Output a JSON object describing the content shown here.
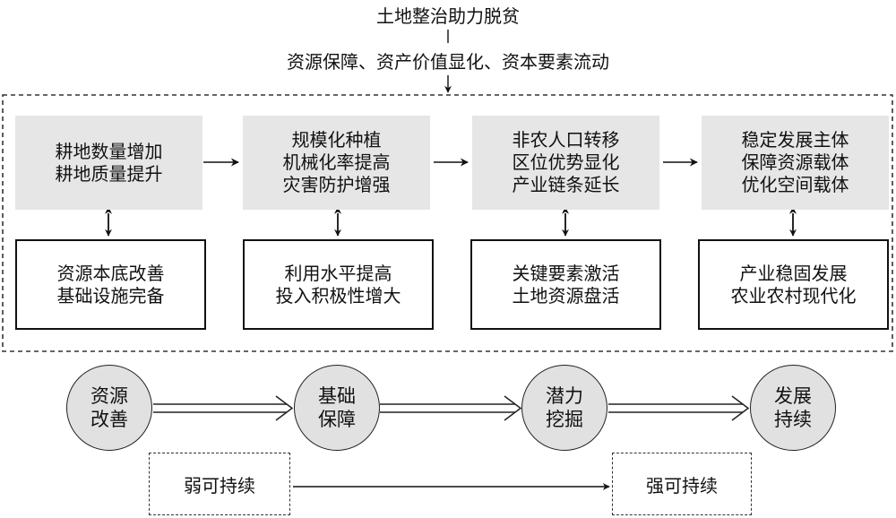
{
  "title": "土地整治助力脱贫",
  "subtitle": "资源保障、资产价值显化、资本要素流动",
  "columns": [
    {
      "top": [
        "耕地数量增加",
        "耕地质量提升"
      ],
      "bottom": [
        "资源本底改善",
        "基础设施完备"
      ]
    },
    {
      "top": [
        "规模化种植",
        "机械化率提高",
        "灾害防护增强"
      ],
      "bottom": [
        "利用水平提高",
        "投入积极性增大"
      ]
    },
    {
      "top": [
        "非农人口转移",
        "区位优势显化",
        "产业链条延长"
      ],
      "bottom": [
        "关键要素激活",
        "土地资源盘活"
      ]
    },
    {
      "top": [
        "稳定发展主体",
        "保障资源载体",
        "优化空间载体"
      ],
      "bottom": [
        "产业稳固发展",
        "农业农村现代化"
      ]
    }
  ],
  "stages": [
    [
      "资源",
      "改善"
    ],
    [
      "基础",
      "保障"
    ],
    [
      "潜力",
      "挖掘"
    ],
    [
      "发展",
      "持续"
    ]
  ],
  "sustainability": {
    "weak": "弱可持续",
    "strong": "强可持续"
  }
}
